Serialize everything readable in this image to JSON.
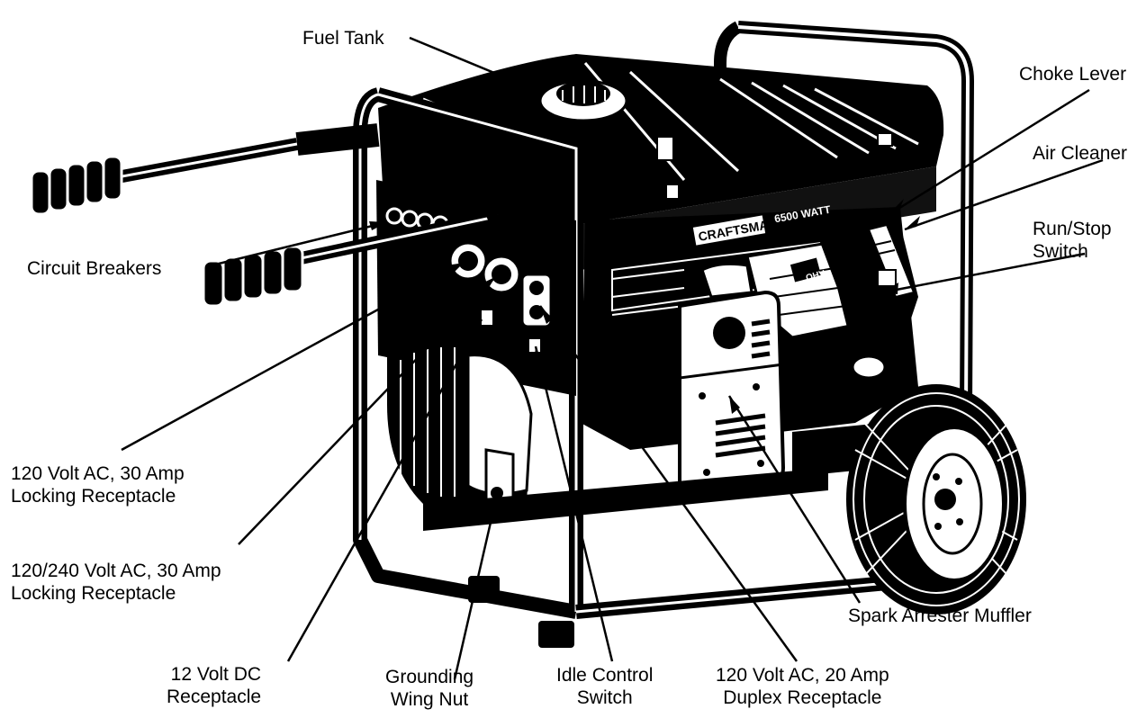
{
  "labels": {
    "fuel_tank": "Fuel Tank",
    "choke_lever": "Choke Lever",
    "air_cleaner": "Air Cleaner",
    "run_stop_switch": "Run/Stop\nSwitch",
    "circuit_breakers": "Circuit Breakers",
    "receptacle_120v_30a": "120 Volt AC, 30 Amp\nLocking Receptacle",
    "receptacle_120_240v_30a": "120/240 Volt AC, 30 Amp\nLocking Receptacle",
    "receptacle_12v_dc": "12 Volt DC\nReceptacle",
    "grounding_wing_nut": "Grounding\nWing Nut",
    "idle_control_switch": "Idle Control\nSwitch",
    "receptacle_120v_20a_duplex": "120 Volt AC, 20 Amp\nDuplex Receptacle",
    "spark_arrester_muffler": "Spark Arrester Muffler"
  },
  "panel": {
    "brand": "CRAFTSMAN",
    "rating": "6500 WATT",
    "engine_badge": "OHV"
  }
}
